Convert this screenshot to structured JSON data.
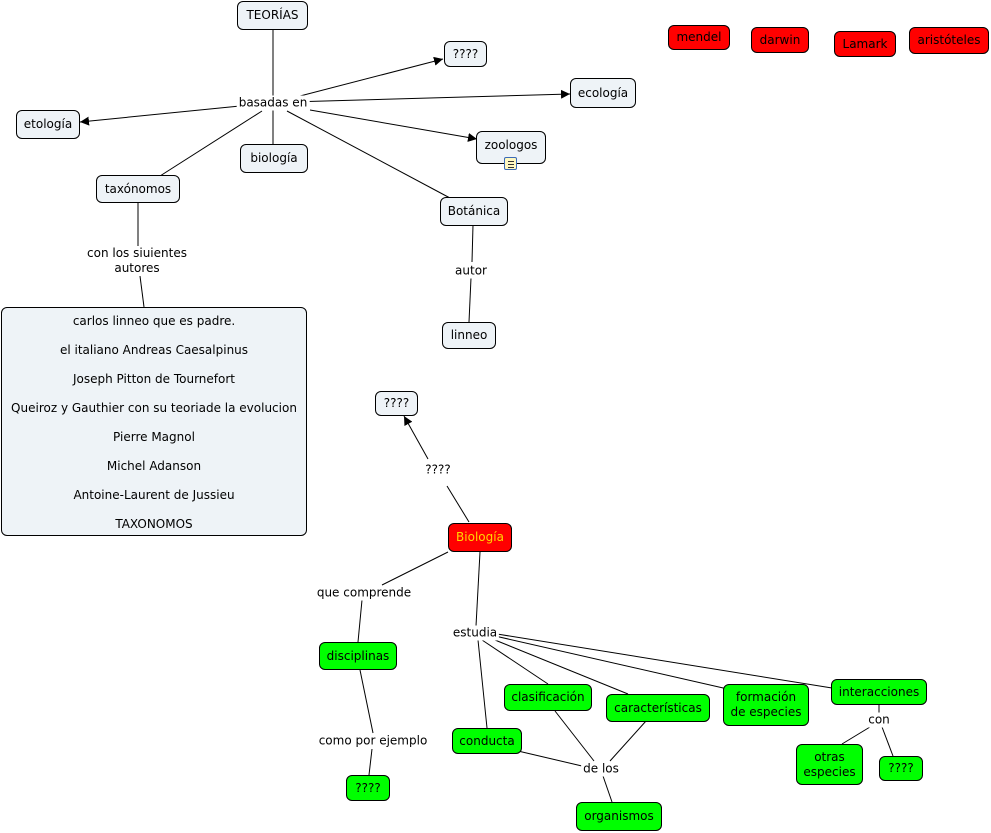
{
  "nodes": {
    "teorias": "TEORÍAS",
    "q1": "????",
    "ecologia": "ecología",
    "etologia": "etología",
    "biologia_small": "biología",
    "zoologos": "zoologos",
    "taxonomos": "taxónomos",
    "botanica": "Botánica",
    "linneo": "linneo",
    "q2": "????",
    "biologia_main": "Biología",
    "disciplinas": "disciplinas",
    "q3": "????",
    "clasificacion": "clasificación",
    "caracteristicas": "características",
    "formacion": "formación\nde especies",
    "interacciones": "interacciones",
    "conducta": "conducta",
    "organismos": "organismos",
    "otras": "otras\nespecies",
    "q4": "????",
    "mendel": "mendel",
    "darwin": "darwin",
    "lamark": "Lamark",
    "aristoteles": "aristóteles"
  },
  "authors_box": [
    "carlos linneo que es padre.",
    "el italiano Andreas Caesalpinus",
    "Joseph Pitton de Tournefort",
    "Queiroz y Gauthier con su teoriade la evolucion",
    "Pierre Magnol",
    "Michel Adanson",
    "Antoine-Laurent de Jussieu",
    "TAXONOMOS"
  ],
  "links": {
    "basadas_en": "basadas en",
    "con_los_siguientes": "con los siuientes\nautores",
    "autor": "autor",
    "q_link": "????",
    "que_comprende": "que comprende",
    "estudia": "estudia",
    "como_por_ejemplo": "como por ejemplo",
    "de_los": "de los",
    "con": "con"
  },
  "icons": {
    "zoologos_attachment": "note-icon"
  },
  "colors": {
    "red": "#ff0000",
    "green": "#00ff00",
    "neutral": "#eef3f7",
    "bio_text": "#ffd700"
  }
}
